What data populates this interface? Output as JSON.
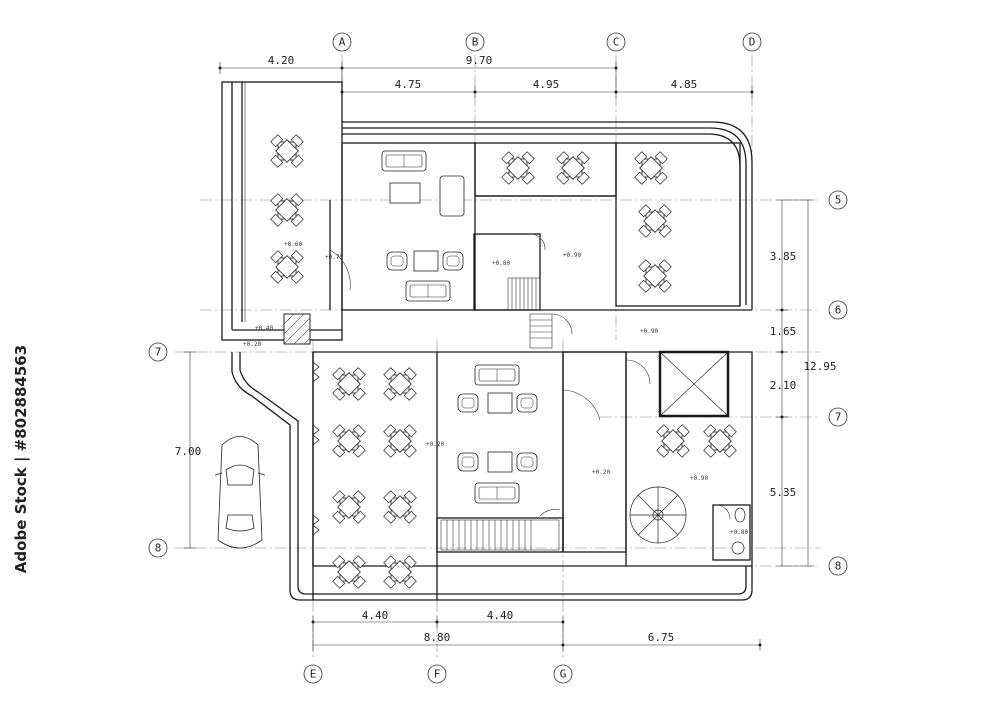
{
  "grid_letters": [
    "A",
    "B",
    "C",
    "D",
    "E",
    "F",
    "G"
  ],
  "grid_numbers": {
    "n5": "5",
    "n6": "6",
    "n7": "7",
    "n8": "8"
  },
  "dimensions": {
    "top_left": "4.20",
    "top_overall": "9.70",
    "top_ab": "4.75",
    "top_bc": "4.95",
    "top_cd": "4.85",
    "right_56": "3.85",
    "right_6a": "1.65",
    "right_a7": "2.10",
    "right_78": "5.35",
    "right_total": "12.95",
    "left_78": "7.00",
    "bottom_ef": "4.40",
    "bottom_fg": "4.40",
    "bottom_total": "8.80",
    "bottom_right": "6.75"
  },
  "levels": {
    "l060": "+0.60",
    "l075": "+0.75",
    "l080a": "+0.80",
    "l090a": "+0.90",
    "l090b": "+0.90",
    "l040": "+0.40",
    "l020a": "+0.20",
    "l020b": "+0.20",
    "l020c": "+0.20",
    "l090c": "+0.90",
    "l080b": "+0.80"
  },
  "watermark": "Adobe Stock | #802884563",
  "colors": {
    "line": "#1a1a1a",
    "grid": "#777777",
    "hatch": "#555555"
  }
}
